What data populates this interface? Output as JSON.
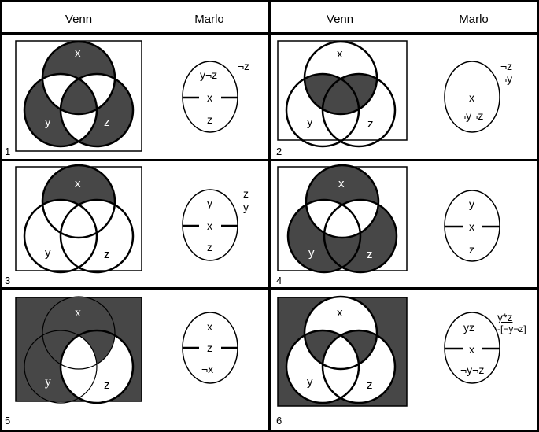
{
  "headers": {
    "venn_left": "Venn",
    "marlo_left": "Marlo",
    "venn_right": "Venn",
    "marlo_right": "Marlo"
  },
  "colors": {
    "shade": "#474747",
    "line": "#000000",
    "background": "#ffffff"
  },
  "panels": [
    {
      "number": "1",
      "venn": {
        "x": "x",
        "y": "y",
        "z": "z"
      },
      "marlo": {
        "top": "y¬z",
        "middle": "x",
        "bottom": "z",
        "side": [
          "¬z"
        ]
      }
    },
    {
      "number": "2",
      "venn": {
        "x": "x",
        "y": "y",
        "z": "z"
      },
      "marlo": {
        "middle": "x",
        "bottom": "¬y¬z",
        "side": [
          "¬z",
          "¬y"
        ]
      }
    },
    {
      "number": "3",
      "venn": {
        "x": "x",
        "y": "y",
        "z": "z"
      },
      "marlo": {
        "top": "y",
        "middle": "x",
        "bottom": "z",
        "side": [
          "z",
          "y"
        ]
      }
    },
    {
      "number": "4",
      "venn": {
        "x": "x",
        "y": "y",
        "z": "z"
      },
      "marlo": {
        "top": "y",
        "middle": "x",
        "bottom": "z",
        "side": []
      }
    },
    {
      "number": "5",
      "venn": {
        "x": "x",
        "y": "y",
        "z": "z"
      },
      "marlo": {
        "top": "x",
        "middle": "z",
        "bottom": "¬x",
        "side": []
      }
    },
    {
      "number": "6",
      "venn": {
        "x": "x",
        "y": "y",
        "z": "z"
      },
      "marlo": {
        "top": "yz",
        "middle": "x",
        "bottom": "¬y¬z",
        "side": [
          "y*z",
          "-[¬y¬z]"
        ]
      }
    }
  ]
}
